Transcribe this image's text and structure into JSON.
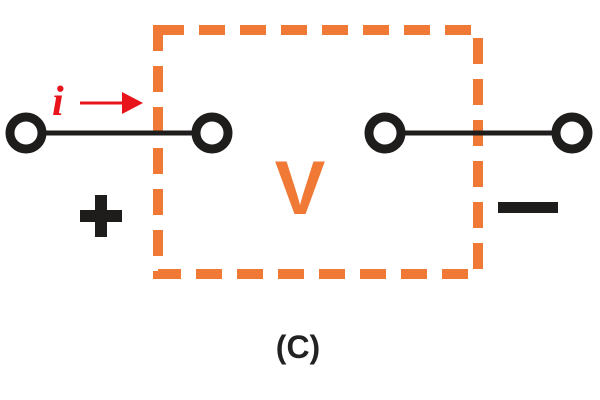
{
  "diagram": {
    "box_label": "V",
    "current_label": "i",
    "plus_symbol": "+",
    "minus_symbol": "−",
    "caption": "(C)",
    "colors": {
      "box": "#f07a35",
      "wire": "#1f1c1c",
      "current": "#e8131b",
      "caption": "#222222",
      "background": "#ffffff"
    }
  }
}
